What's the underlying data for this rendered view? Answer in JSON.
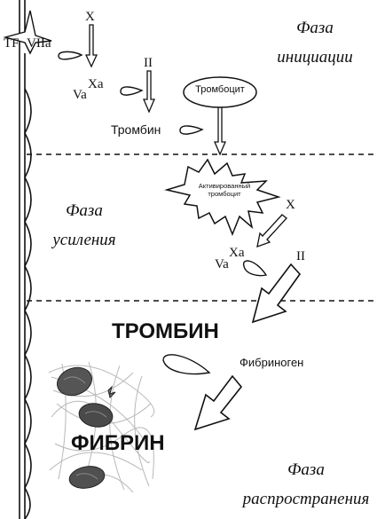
{
  "phases": {
    "initiation": {
      "line1": "Фаза",
      "line2": "инициации"
    },
    "amplification": {
      "line1": "Фаза",
      "line2": "усиления"
    },
    "propagation": {
      "line1": "Фаза",
      "line2": "распространения"
    }
  },
  "factors": {
    "tf": "TF",
    "viia": "VIIa",
    "x_top": "X",
    "xa_top": "Xa",
    "va_top": "Va",
    "ii_top": "II",
    "x_mid": "X",
    "xa_mid": "Xa",
    "va_mid": "Va",
    "ii_mid": "II"
  },
  "labels": {
    "platelet": "Тромбоцит",
    "thrombin_small": "Тромбин",
    "activated_platelet_1": "Активированный",
    "activated_platelet_2": "тромбоцит",
    "thrombin_big": "ТРОМБИН",
    "fibrinogen": "Фибриноген",
    "fibrin": "ФИБРИН"
  },
  "colors": {
    "ink": "#111111",
    "rbc": "#4a4a4a",
    "mesh": "#b8b8b8"
  }
}
